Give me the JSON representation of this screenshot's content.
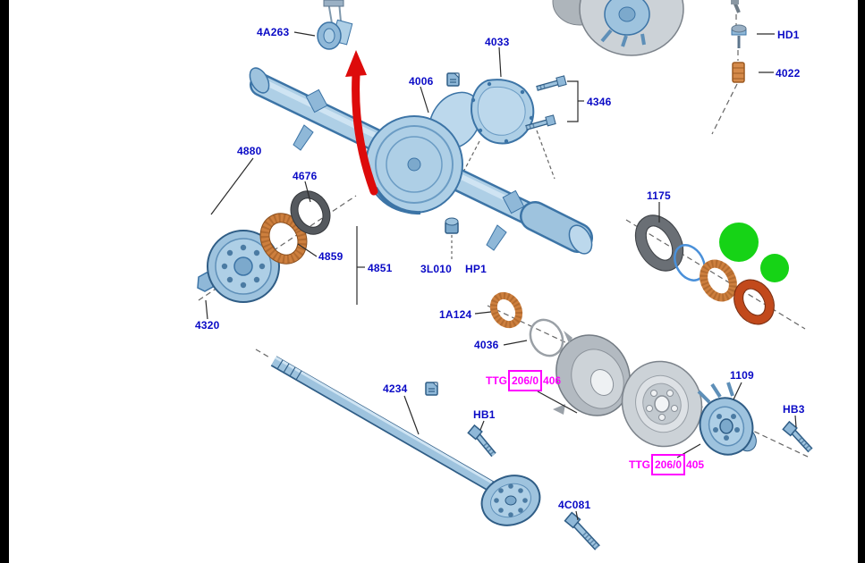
{
  "colors": {
    "label_blue": "#0a0ac6",
    "highlight_magenta": "#ff00ff",
    "marker_green": "#16d316",
    "arrow_red": "#dd0b0b",
    "part_fill": "#aecfe6",
    "part_stroke": "#3c74a6",
    "copper": "#cd7f3e",
    "seal_dark": "#55595e",
    "seal_red": "#c2491b",
    "metal_gray": "#ccd2d7"
  },
  "labels": {
    "p4A263": "4A263",
    "p4033": "4033",
    "p4006": "4006",
    "p4346": "4346",
    "pHD1": "HD1",
    "p4022": "4022",
    "p4880": "4880",
    "p4676": "4676",
    "p4859": "4859",
    "p4851": "4851",
    "p3L010": "3L010",
    "pHP1": "HP1",
    "p1175": "1175",
    "p4320": "4320",
    "p1A124": "1A124",
    "p4036": "4036",
    "p4234": "4234",
    "pHB1": "HB1",
    "p1109": "1109",
    "pHB3": "HB3",
    "p4C081": "4C081"
  },
  "ttg": {
    "t0406": {
      "prefix": "TTG",
      "boxed": "206/0",
      "suffix": "406"
    },
    "t0405": {
      "prefix": "TTG",
      "boxed": "206/0",
      "suffix": "405"
    }
  }
}
